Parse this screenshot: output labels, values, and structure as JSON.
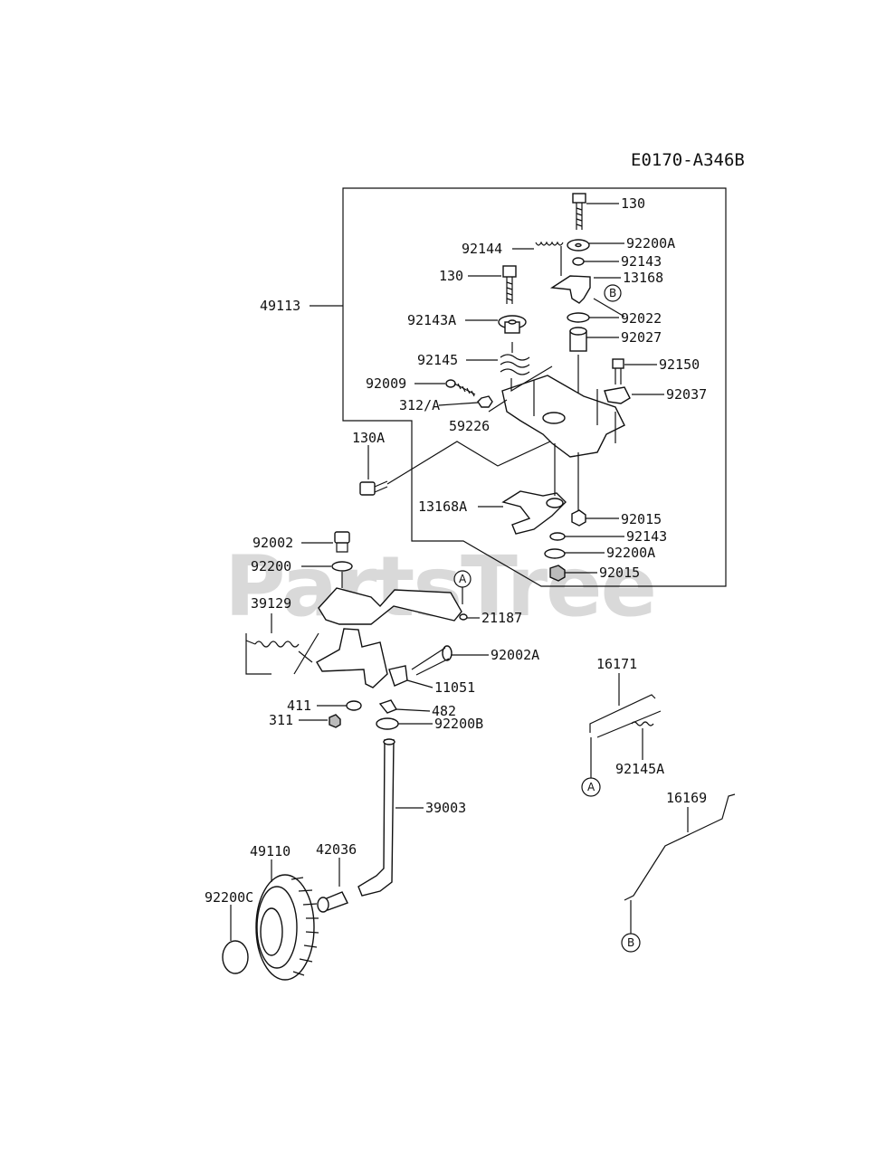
{
  "diagram_code": "E0170-A346B",
  "watermark": "PartsTree",
  "callouts": {
    "p130_top": "130",
    "p92144": "92144",
    "p92200A_top": "92200A",
    "p92143_top": "92143",
    "p130_mid": "130",
    "p13168": "13168",
    "p49113": "49113",
    "p92143A": "92143A",
    "p92022": "92022",
    "p92027": "92027",
    "p92145": "92145",
    "p92150": "92150",
    "p92009": "92009",
    "p92037": "92037",
    "p312A": "312/A",
    "p59226": "59226",
    "p130A": "130A",
    "p13168A": "13168A",
    "p92015_a": "92015",
    "p92143_b": "92143",
    "p92002": "92002",
    "p92200A_b": "92200A",
    "p92200": "92200",
    "p92015_b": "92015",
    "p39129": "39129",
    "p21187": "21187",
    "p92002A": "92002A",
    "p11051": "11051",
    "p16171": "16171",
    "p411": "411",
    "p482": "482",
    "p311": "311",
    "p92200B": "92200B",
    "p92145A": "92145A",
    "p39003": "39003",
    "p16169": "16169",
    "p49110": "49110",
    "p42036": "42036",
    "p92200C": "92200C"
  },
  "refs": {
    "a": "A",
    "b": "B"
  }
}
